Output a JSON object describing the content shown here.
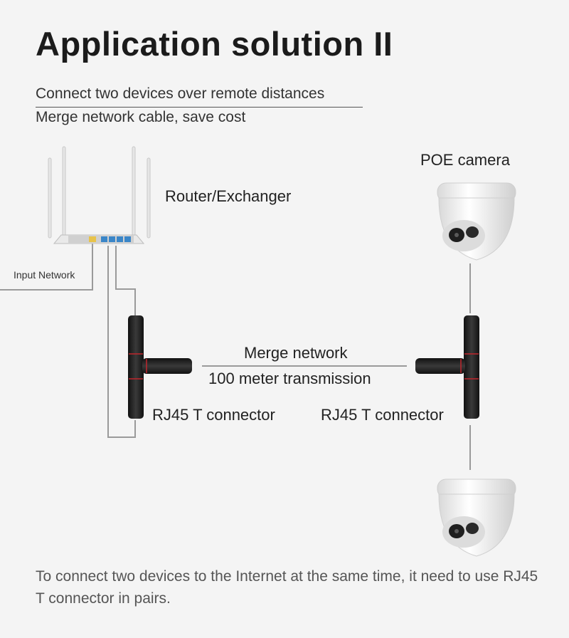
{
  "title": "Application solution II",
  "subtitle_line1": "Connect two devices over remote distances",
  "subtitle_line2": "Merge network cable, save cost",
  "labels": {
    "router": "Router/Exchanger",
    "input_network": "Input Network",
    "poe_camera": "POE camera",
    "merge_network": "Merge network",
    "transmission": "100 meter transmission",
    "connector_left": "RJ45 T connector",
    "connector_right": "RJ45 T connector"
  },
  "footer": "To connect two devices to the Internet at the same time, it need to use RJ45 T connector in pairs.",
  "colors": {
    "cable": "#9a9a9a",
    "connector": "#1c1c1c",
    "connector_ring": "#c0262d",
    "router_port": "#3a86c8"
  }
}
